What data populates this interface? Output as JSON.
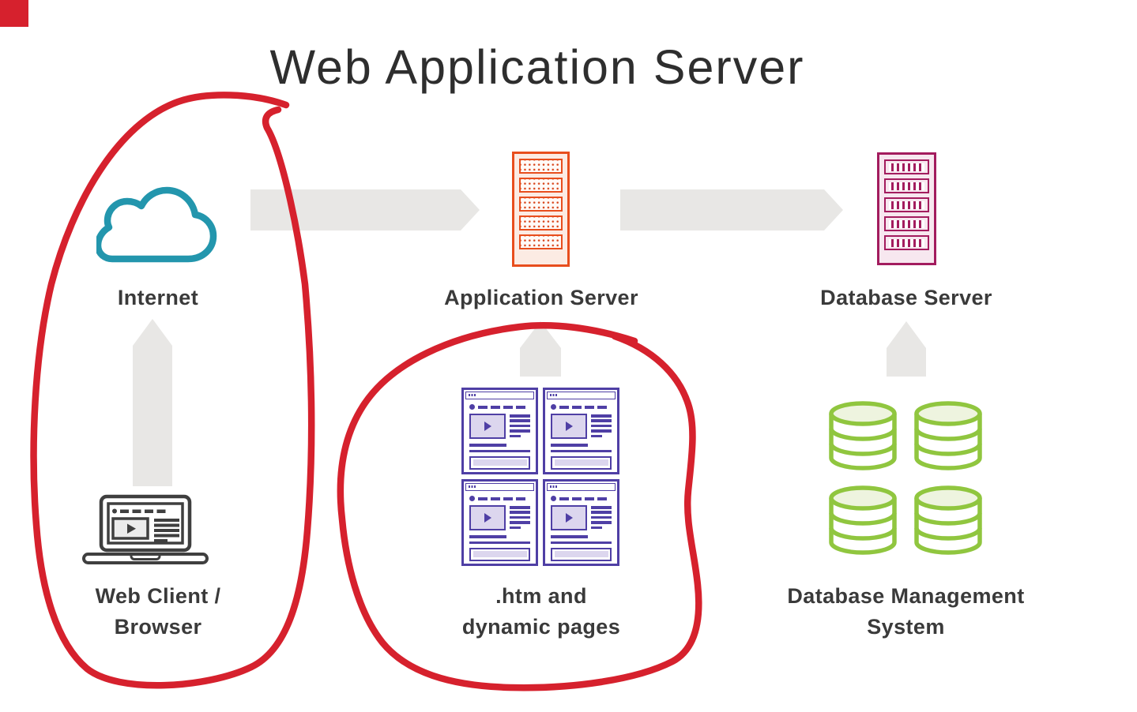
{
  "title": "Web Application Server",
  "nodes": {
    "internet": {
      "label": "Internet"
    },
    "web_client": {
      "line1": "Web Client /",
      "line2": "Browser"
    },
    "app_server": {
      "label": "Application Server"
    },
    "db_server": {
      "label": "Database Server"
    },
    "pages": {
      "line1": ".htm and",
      "line2": "dynamic pages"
    },
    "dbms": {
      "line1": "Database Management",
      "line2": "System"
    }
  },
  "colors": {
    "red_annotation": "#d6212d",
    "internet_cloud": "#2396ad",
    "app_server": "#e84e1d",
    "db_server": "#a31c5e",
    "web_pages": "#4f3fa5",
    "dbms_cylinders": "#90c63f",
    "arrows": "#e8e7e5",
    "text": "#3a3a3a"
  }
}
